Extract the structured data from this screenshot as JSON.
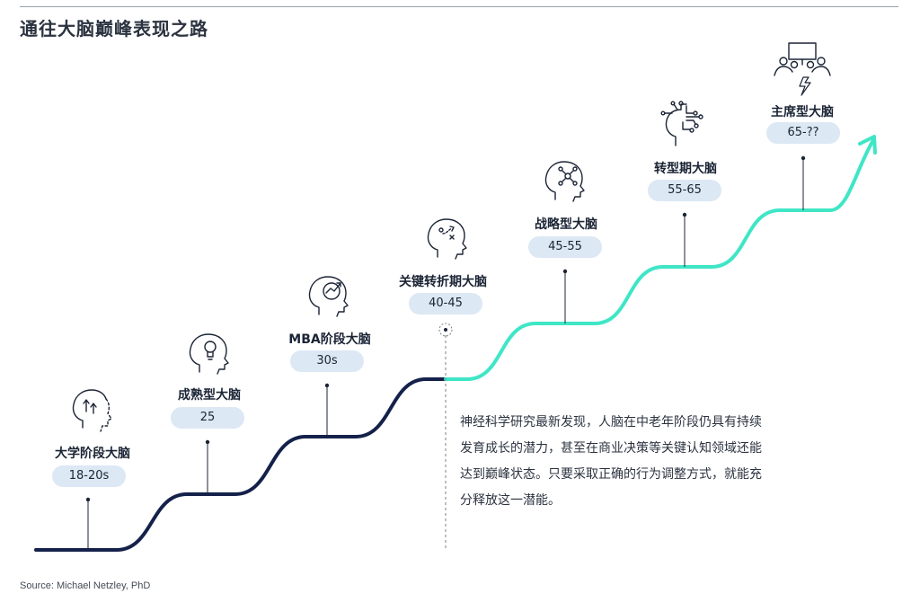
{
  "title": "通往大脑巅峰表现之路",
  "colors": {
    "past_path": "#14214a",
    "future_path": "#3fe6c6",
    "pill_bg": "#dce8f4",
    "text": "#1b2435"
  },
  "stages": [
    {
      "name": "大学阶段大脑",
      "age": "18-20s",
      "icon": "brain-growth-arrows-icon"
    },
    {
      "name": "成熟型大脑",
      "age": "25",
      "icon": "brain-lightbulb-icon"
    },
    {
      "name": "MBA阶段大脑",
      "age": "30s",
      "icon": "brain-target-icon"
    },
    {
      "name": "关键转折期大脑",
      "age": "40-45",
      "icon": "brain-strategy-play-icon"
    },
    {
      "name": "战略型大脑",
      "age": "45-55",
      "icon": "brain-network-icon"
    },
    {
      "name": "转型期大脑",
      "age": "55-65",
      "icon": "brain-circuit-icon"
    },
    {
      "name": "主席型大脑",
      "age": "65-??",
      "icon": "boardroom-lightning-icon"
    }
  ],
  "callout": "神经科学研究最新发现，人脑在中老年阶段仍具有持续发育成长的潜力，甚至在商业决策等关键认知领域还能达到巅峰状态。只要采取正确的行为调整方式，就能充分释放这一潜能。",
  "source": "Source: Michael Netzley, PhD"
}
